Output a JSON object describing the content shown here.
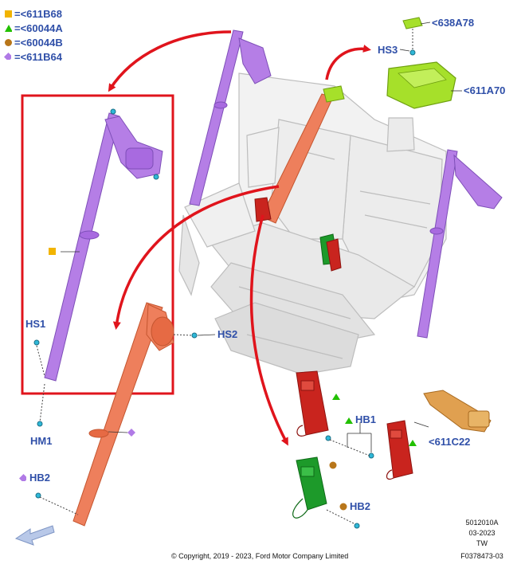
{
  "legend": [
    {
      "symbol": "square",
      "color": "#f2b400",
      "text": "=<611B68"
    },
    {
      "symbol": "triangle",
      "color": "#22c000",
      "text": "=<60044A"
    },
    {
      "symbol": "circle",
      "color": "#b8761a",
      "text": "=<60044B"
    },
    {
      "symbol": "diamond",
      "color": "#b07ae6",
      "text": "=<611B64"
    }
  ],
  "callouts": {
    "part_638A78": "<638A78",
    "hs3": "HS3",
    "part_611A70": "<611A70",
    "hs1": "HS1",
    "hs2": "HS2",
    "hm1": "HM1",
    "hb1": "HB1",
    "hb2_left": "HB2",
    "hb2_right": "HB2",
    "part_611C22": "<611C22"
  },
  "footer": {
    "copyright": "© Copyright, 2019 - 2023, Ford Motor Company Limited",
    "doc_number": "5012010A",
    "date": "03-2023",
    "region": "TW",
    "figure_id": "F0378473-03"
  },
  "colors": {
    "callout_text": "#2f4fa8",
    "highlight_frame": "#e0141c",
    "belt_purple": "#b57ee6",
    "belt_orange": "#ee7f5c",
    "buckle_red": "#c9241e",
    "buckle_green": "#1d9a2a",
    "headrest_green": "#a6e02a",
    "strap_tan": "#e0a050"
  }
}
